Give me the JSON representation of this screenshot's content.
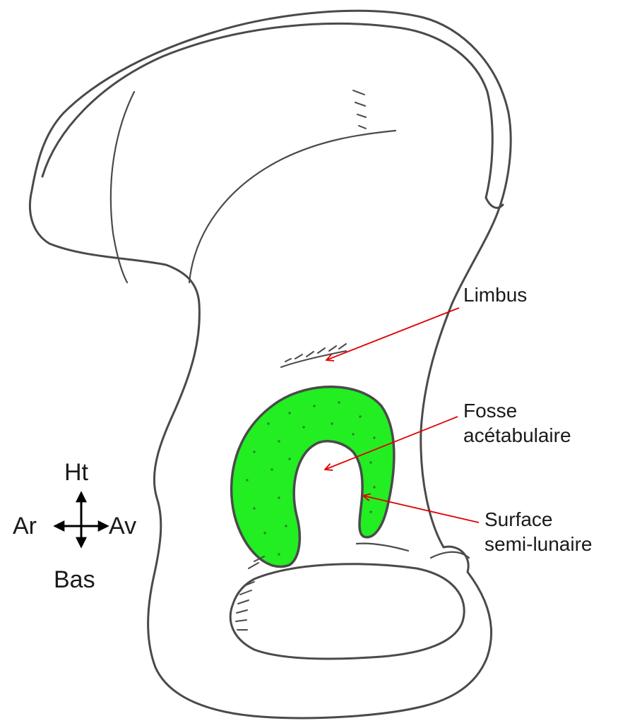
{
  "labels": {
    "limbus": "Limbus",
    "fosse_line1": "Fosse",
    "fosse_line2": "acétabulaire",
    "surface_line1": "Surface",
    "surface_line2": "semi-lunaire"
  },
  "compass": {
    "up": "Ht",
    "down": "Bas",
    "left": "Ar",
    "right": "Av"
  },
  "colors": {
    "lunate_surface": "#22ee22",
    "pointer_arrows": "#e00000",
    "outline": "#4a4a4a"
  }
}
